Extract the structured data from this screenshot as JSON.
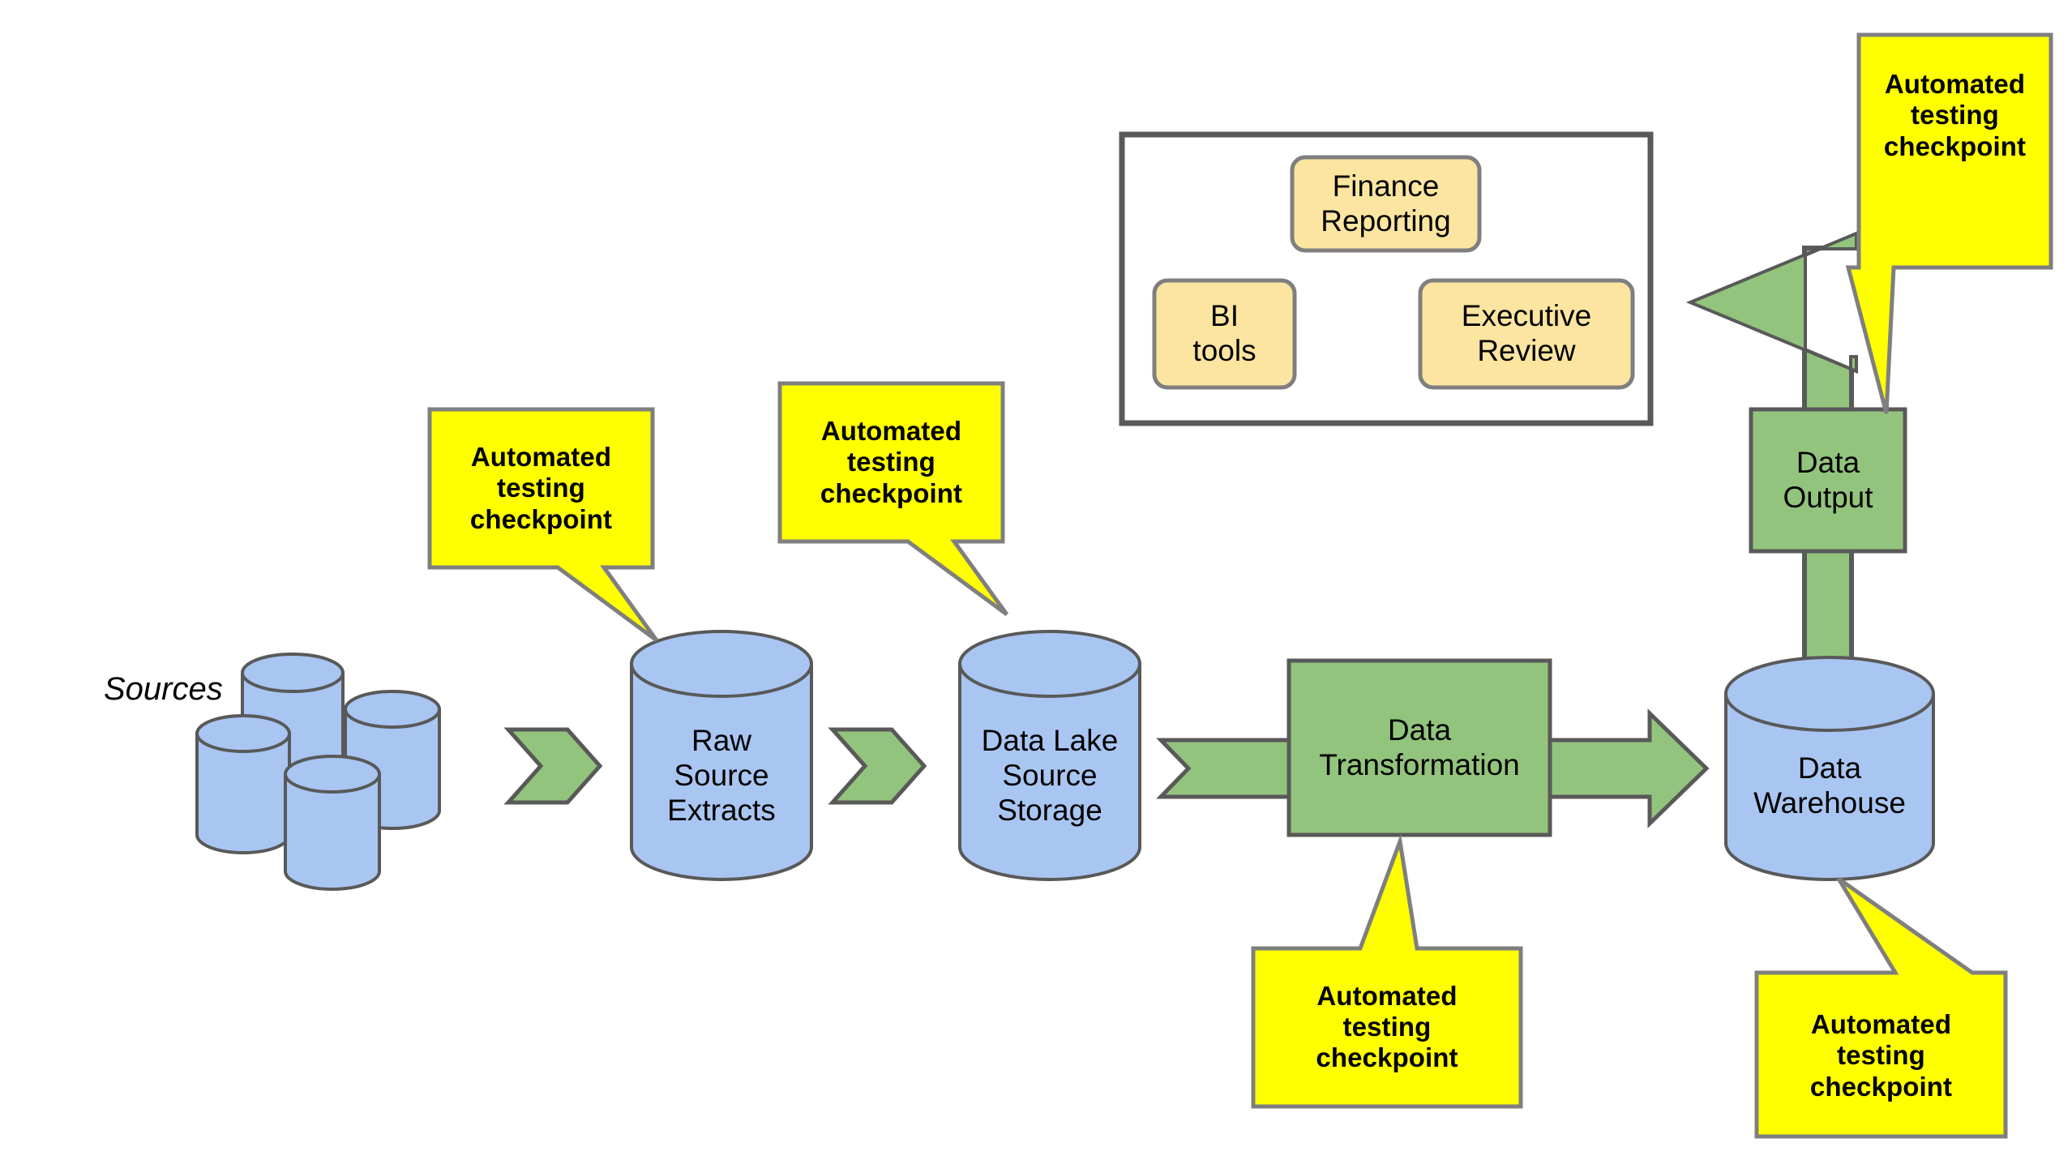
{
  "diagram": {
    "title": "Data pipeline with automated testing checkpoints",
    "colors": {
      "cylinder_fill": "#A9C6F2",
      "cylinder_stroke": "#595959",
      "process_fill": "#93C47D",
      "process_stroke": "#595959",
      "consumer_fill": "#FCE5A0",
      "consumer_stroke": "#7F7F7F",
      "callout_fill": "#FFFF00",
      "callout_stroke": "#7F7F7F",
      "group_border": "#595959",
      "background": "#FFFFFF",
      "text": "#000000"
    },
    "sources": {
      "label": "Sources",
      "cylinder_count": 4
    },
    "pipeline_nodes": [
      {
        "id": "raw-source-extracts",
        "label": "Raw\nSource\nExtracts",
        "shape": "cylinder"
      },
      {
        "id": "data-lake-source-storage",
        "label": "Data Lake\nSource\nStorage",
        "shape": "cylinder"
      },
      {
        "id": "data-transformation",
        "label": "Data\nTransformation",
        "shape": "process-box"
      },
      {
        "id": "data-warehouse",
        "label": "Data\nWarehouse",
        "shape": "cylinder"
      },
      {
        "id": "data-output",
        "label": "Data\nOutput",
        "shape": "process-box"
      }
    ],
    "consumers_group": {
      "items": [
        {
          "id": "finance-reporting",
          "label": "Finance\nReporting"
        },
        {
          "id": "bi-tools",
          "label": "BI\ntools"
        },
        {
          "id": "executive-review",
          "label": "Executive\nReview"
        }
      ]
    },
    "callouts": [
      {
        "id": "callout-raw-source-extracts",
        "label": "Automated\ntesting\ncheckpoint",
        "tail": "down-right",
        "targets": "raw-source-extracts"
      },
      {
        "id": "callout-data-lake-source-storage",
        "label": "Automated\ntesting\ncheckpoint",
        "tail": "down-right",
        "targets": "data-lake-source-storage"
      },
      {
        "id": "callout-data-transformation",
        "label": "Automated\ntesting\ncheckpoint",
        "tail": "up-right",
        "targets": "data-transformation"
      },
      {
        "id": "callout-data-warehouse",
        "label": "Automated\ntesting\ncheckpoint",
        "tail": "up-left",
        "targets": "data-warehouse"
      },
      {
        "id": "callout-data-output",
        "label": "Automated\ntesting\ncheckpoint",
        "tail": "down-left",
        "targets": "data-output"
      }
    ],
    "flow_arrows": [
      {
        "id": "arrow-sources-to-raw",
        "direction": "right"
      },
      {
        "id": "arrow-raw-to-lake",
        "direction": "right"
      },
      {
        "id": "arrow-lake-to-transformation",
        "direction": "right"
      },
      {
        "id": "arrow-transformation-to-warehouse",
        "direction": "right"
      },
      {
        "id": "arrow-warehouse-to-output-to-consumers",
        "direction": "up-then-left"
      }
    ]
  }
}
